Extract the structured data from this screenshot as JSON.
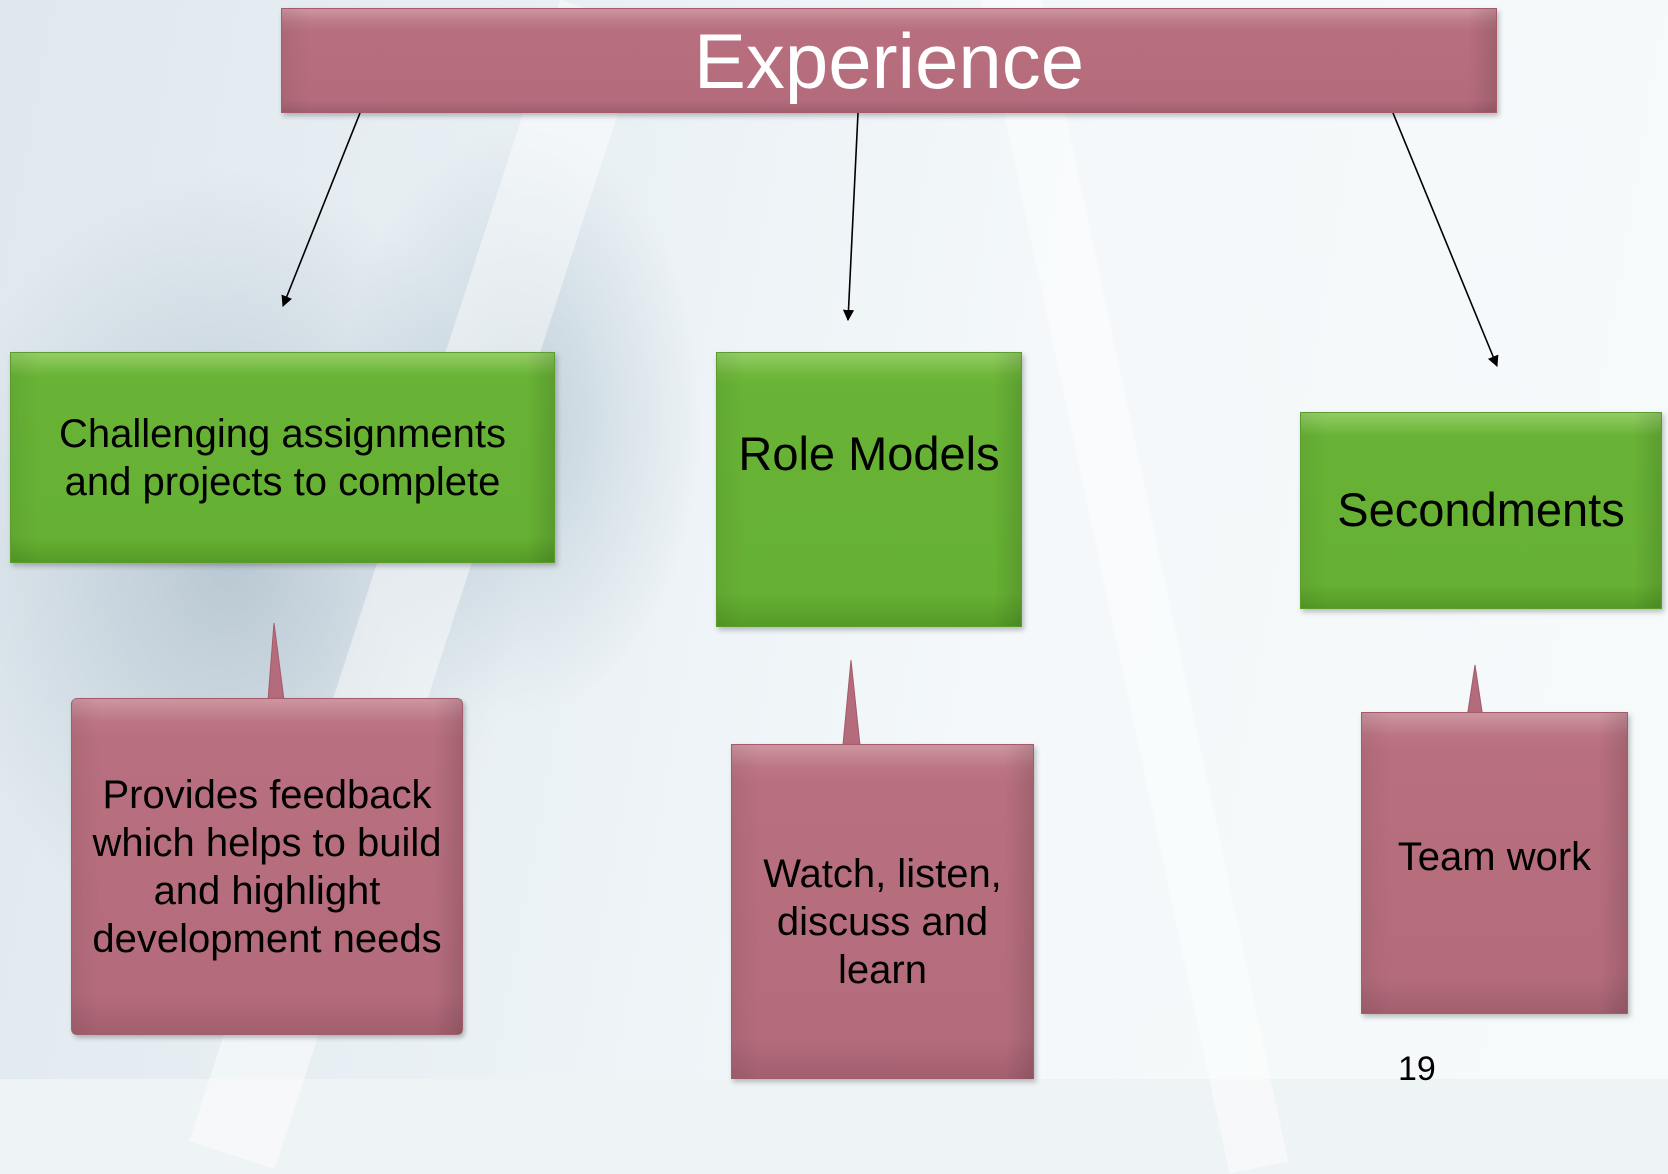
{
  "diagram": {
    "title": "Experience",
    "branches": [
      {
        "id": "challenging",
        "label": "Challenging assignments and projects to complete",
        "callout": "Provides feedback which helps to build and highlight development needs"
      },
      {
        "id": "role-models",
        "label": "Role Models",
        "callout": "Watch, listen, discuss and learn"
      },
      {
        "id": "secondments",
        "label": "Secondments",
        "callout": "Team work"
      }
    ],
    "page_number": "19"
  },
  "colors": {
    "title_box": "#b46c7c",
    "branch_box": "#66b133",
    "callout_box": "#b46c7c",
    "title_text": "#ffffff",
    "body_text": "#000000",
    "connector": "#000000"
  }
}
